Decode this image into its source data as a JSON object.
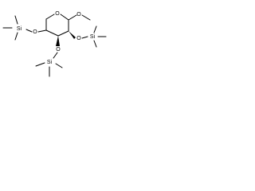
{
  "molecule": {
    "atom_labels": {
      "ring_oxygen": "O",
      "methoxy_oxygen": "O",
      "o2": "O",
      "o3": "O",
      "o4": "O",
      "si_left": "Si",
      "si_bottom": "Si",
      "si_right": "Si"
    }
  }
}
